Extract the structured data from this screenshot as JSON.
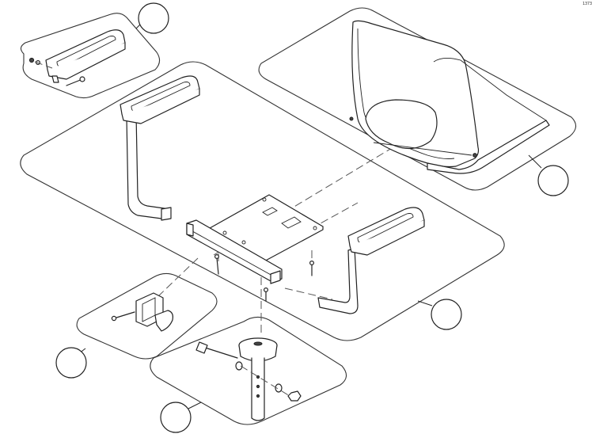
{
  "figure_code": "1373",
  "callouts": [
    {
      "id": "armrest-pad-detail",
      "label": ""
    },
    {
      "id": "seat-shell-detail",
      "label": ""
    },
    {
      "id": "frame-assembly",
      "label": ""
    },
    {
      "id": "bracket-detail",
      "label": ""
    },
    {
      "id": "pedestal-detail",
      "label": ""
    }
  ],
  "colors": {
    "line": "#222222",
    "background": "#ffffff",
    "dashed_centerline": "#555555"
  }
}
